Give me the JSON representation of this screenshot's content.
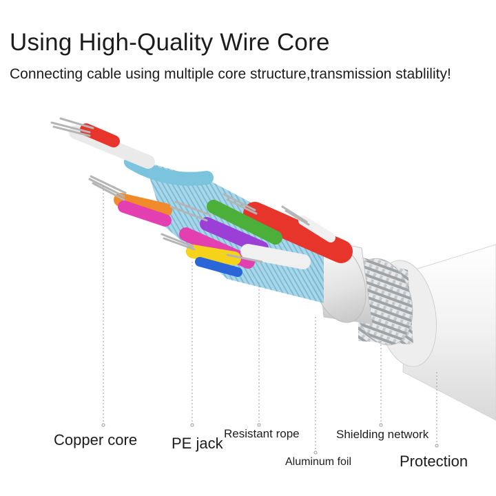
{
  "header": {
    "title": "Using High-Quality Wire Core",
    "subtitle": "Connecting cable using multiple core structure,transmission stablility!"
  },
  "labels": {
    "copper_core": "Copper core",
    "pe_jack": "PE jack",
    "resistant_rope": "Resistant rope",
    "shielding_network": "Shielding network",
    "aluminum_foil": "Aluminum foil",
    "protection": "Protection"
  },
  "colors": {
    "jacket": "#f2f2f2",
    "braid": "#cfd3d6",
    "foil": "#a8d8ea",
    "red": "#e8352b",
    "green": "#4caf3a",
    "purple": "#9c3fd6",
    "magenta": "#e43fb0",
    "orange": "#f08a2a",
    "yellow": "#f5d31b",
    "blue": "#2a66d8",
    "copper": "#c9c9c9"
  }
}
